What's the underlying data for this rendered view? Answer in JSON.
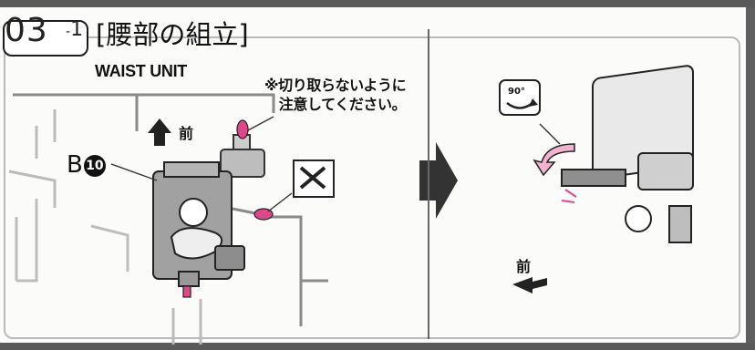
{
  "step": {
    "number": "03",
    "sub": "1"
  },
  "title": {
    "ja": "[腰部の組立]",
    "en": "WAIST UNIT"
  },
  "note": {
    "line1": "※切り取らないように",
    "line2": "注意してください。"
  },
  "labels": {
    "front_left": "前",
    "front_right": "前",
    "part": "B",
    "part_num": "10",
    "rotation": "90°"
  },
  "colors": {
    "accent_pink": "#e0468a",
    "part_gray": "#9c9c9c"
  }
}
